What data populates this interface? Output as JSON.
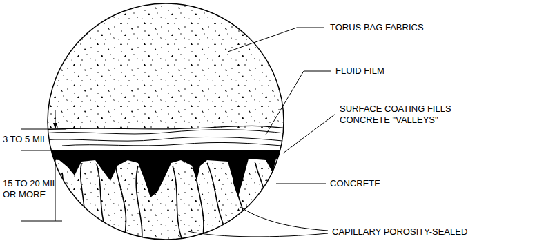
{
  "diagram": {
    "labels": [
      "TORUS BAG FABRICS",
      "3 TO 5 MIL",
      "FLUID FILM",
      "SURFACE COATING FILLS CONCRETE \"VALLEYS\"",
      "15 TO 20 MIL OR MORE",
      "CONCRETE",
      "CAPILLARY POROSITY-SEALED"
    ]
  }
}
